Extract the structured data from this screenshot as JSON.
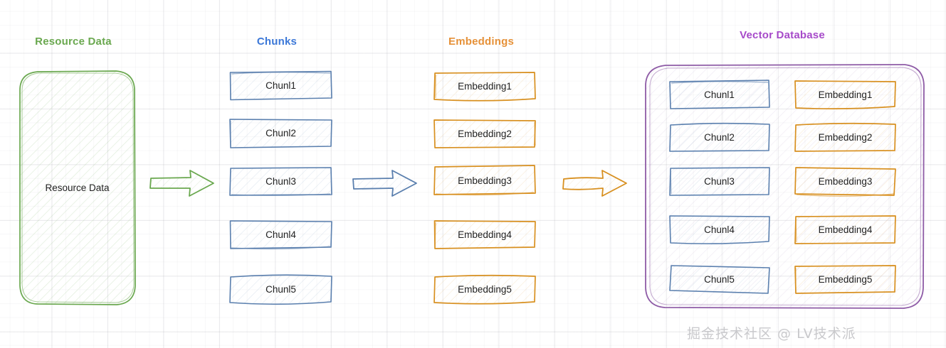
{
  "diagram": {
    "background": "graph-paper",
    "watermark": "掘金技术社区 @ LV技术派"
  },
  "columns": {
    "resource": {
      "title": "Resource Data",
      "color": "#6aa84f",
      "fill": "#f4f9f1",
      "box_label": "Resource Data"
    },
    "chunks": {
      "title": "Chunks",
      "color": "#3c78d8",
      "stroke": "#5a7fae",
      "fill": "#f2f6fb",
      "items": [
        "Chunl1",
        "Chunl2",
        "Chunl3",
        "Chunl4",
        "Chunl5"
      ]
    },
    "embeddings": {
      "title": "Embeddings",
      "color": "#e69138",
      "stroke": "#d89020",
      "fill": "#fdf4ea",
      "items": [
        "Embedding1",
        "Embedding2",
        "Embedding3",
        "Embedding4",
        "Embedding5"
      ]
    },
    "vector_database": {
      "title": "Vector Database",
      "color": "#a64ac9",
      "stroke": "#8e5ba6",
      "fill": "#faf6fb",
      "chunk_items": [
        "Chunl1",
        "Chunl2",
        "Chunl3",
        "Chunl4",
        "Chunl5"
      ],
      "embedding_items": [
        "Embedding1",
        "Embedding2",
        "Embedding3",
        "Embedding4",
        "Embedding5"
      ]
    }
  },
  "arrows": [
    {
      "name": "resource-to-chunks",
      "color": "#6aa84f"
    },
    {
      "name": "chunks-to-embeddings",
      "color": "#5a7fae"
    },
    {
      "name": "embeddings-to-vectordb",
      "color": "#d89020"
    }
  ]
}
